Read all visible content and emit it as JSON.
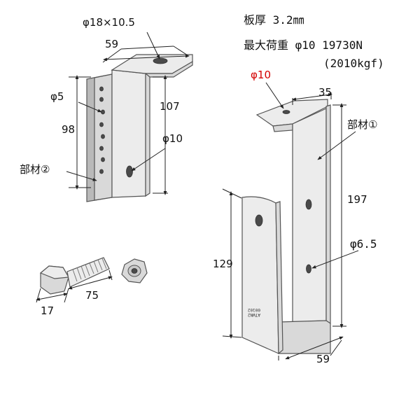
{
  "specs": {
    "thickness": "板厚 3.2㎜",
    "max_load_line1": "最大荷重 φ10 19730N",
    "max_load_line2": "(2010kgf)"
  },
  "left_bracket": {
    "slot_label": "φ18×10.5",
    "top_width": "59",
    "holes_label": "φ5",
    "side_height": "98",
    "part_label": "部材②",
    "main_height": "107",
    "hole_label": "φ10"
  },
  "right_bracket": {
    "top_hole_label": "φ10",
    "top_width": "35",
    "part_label": "部材①",
    "height": "197",
    "hole_label": "φ6.5",
    "lower_height": "129",
    "bottom_width": "59",
    "stamp_line1": "ATWN2",
    "stamp_line2": "00102"
  },
  "bolt": {
    "head_width": "17",
    "length": "75"
  },
  "colors": {
    "accent_red": "#d40000",
    "metal": "#d9d9d9"
  }
}
